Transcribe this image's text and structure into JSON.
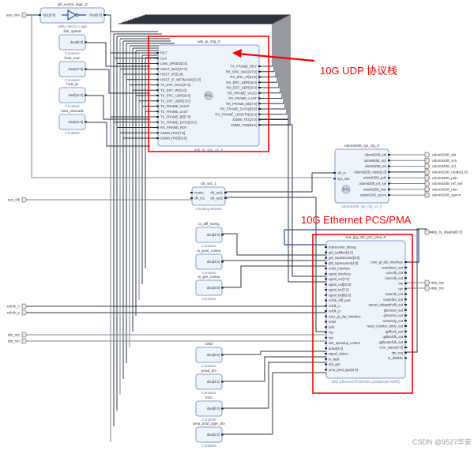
{
  "external_inputs": [
    {
      "id": "sys_rstn",
      "label": "sys_rstn"
    },
    {
      "id": "sys_clk",
      "label": "sys_clk"
    },
    {
      "id": "refclk_n",
      "label": "refclk_n"
    },
    {
      "id": "refclk_p",
      "label": "refclk_p"
    },
    {
      "id": "sfp_rxp",
      "label": "sfp_rxp"
    },
    {
      "id": "sfp_rxn",
      "label": "sfp_rxn"
    }
  ],
  "external_outputs": [
    {
      "label": "odom6208_sdi"
    },
    {
      "label": "odom6208_scs"
    },
    {
      "label": "odom6208_scl"
    },
    {
      "label": "odom6208_mode[1:0]"
    },
    {
      "label": "odom6208_pdn"
    },
    {
      "label": "odom6208_ref_sel"
    },
    {
      "label": "odom6208_rstn"
    },
    {
      "label": "odom6208_syncn"
    },
    {
      "label": "sfp_tx_disable[0:0]"
    },
    {
      "label": "sfp_txp"
    },
    {
      "label": "sfp_txn"
    }
  ],
  "util_vector_logic": {
    "name": "util_vector_logic_0",
    "type": "Utility Vector Logic",
    "in": "Op1[0:0]",
    "out": "Res[0:0]"
  },
  "constants": [
    {
      "name": "link_speed",
      "port": "dout[2:0]",
      "type": "Constant"
    },
    {
      "name": "host_mac",
      "port": "dout[47:0]",
      "type": "Constant"
    },
    {
      "name": "host_ip",
      "port": "dout[31:0]",
      "type": "Constant"
    },
    {
      "name": "host_netmask",
      "port": "dout[31:0]",
      "type": "Constant"
    },
    {
      "name": "tx_diff_swing",
      "port": "dout[3:0]",
      "type": "Constant"
    },
    {
      "name": "tx_post_cursor",
      "port": "dout[4:0]",
      "type": "Constant"
    },
    {
      "name": "tx_pre_cursor",
      "port": "dout[4:0]",
      "type": "Constant"
    },
    {
      "name": "GND",
      "port": "dout[0:0]",
      "type": "Constant"
    },
    {
      "name": "prtad_drv",
      "port": "dout[4:0]",
      "type": "Constant"
    },
    {
      "name": "VCC",
      "port": "dout[0:0]",
      "type": "Constant"
    },
    {
      "name": "pma_pmd_type_drv",
      "port": "dout[2:0]",
      "type": "Constant"
    }
  ],
  "udp": {
    "name": "udp_ip_10g_0",
    "type": "udp_ip_10g_v1_0",
    "badge": "RTL",
    "inputs": [
      "RST",
      "CLK",
      "LINK_SPEED[2:0]",
      "HOST_MAC[47:0]",
      "HOST_IP[31:0]",
      "HOST_IP_NETMASK[31:0]",
      "TX_DST_MAC[47:0]",
      "TX_DST_IP[31:0]",
      "TX_SRC_UDP[15:0]",
      "TX_DST_UDP[15:0]",
      "TX_FRAME_VALID",
      "TX_FRAME_LAST",
      "TX_FRAME_BE[7:0]",
      "TX_FRAME_DATA[63:0]",
      "RX_FRAME_RDY",
      "XGMII_RXC[7:0]",
      "XGMII_RXD[63:0]"
    ],
    "outputs": [
      "TX_FRAME_RDY",
      "RX_SRC_MAC[47:0]",
      "RX_SRC_IP[31:0]",
      "RX_SRC_UDP[15:0]",
      "RX_DST_UDP[15:0]",
      "RX_FRAME_VALID",
      "RX_FRAME_LAST",
      "RX_FRAME_BE[7:0]",
      "RX_FRAME_DATA[63:0]",
      "RX_FRAME_LENGTH[15:0]",
      "XGMII_TXC[7:0]",
      "XGMII_TXD[63:0]"
    ]
  },
  "spi": {
    "name": "odom6208_spi_cfg_0",
    "type": "odom6208_spi_cfg_v1_0",
    "badge": "RTL",
    "inputs": [
      "clk_in",
      "sys_rstn"
    ],
    "outputs": [
      "odom6208_sdi",
      "odom6208_scs",
      "odom6208_scl",
      "odom6208_mode[1:0]",
      "odom6208_pdn",
      "odom6208_ref_sel",
      "odom6208_rstn",
      "odom6208_syncn"
    ]
  },
  "clkwiz": {
    "name": "clk_wiz_1",
    "type": "Clocking Wizard",
    "inputs": [
      "resetn",
      "clk_in1"
    ],
    "outputs": [
      "clk_out1",
      "clk_out2"
    ]
  },
  "pcs": {
    "name": "ten_gig_eth_pcs_pma_0",
    "type": "10G Ethernet PCS/PMA (10GBASE-R/KR)",
    "inputs": [
      "transceiver_debug",
      "gt0_txdiffctrl[3:0]",
      "gt0_txpostcursor[4:0]",
      "gt0_txprecursor[4:0]",
      "mdio_interface",
      "xgmii_interface",
      "xgmii_rxc[7:0]",
      "xgmii_rxd[63:0]",
      "xgmii_txc[7:0]",
      "xgmii_txd[63:0]",
      "refclk_diff_port",
      "refclk_n",
      "refclk_p",
      "user_gt_drp_interface",
      "reset",
      "dclk",
      "rxp",
      "rxn",
      "sim_speedup_control",
      "prtad[4:0]",
      "signal_detect",
      "tx_fault",
      "drp_gnt",
      "pma_pmd_type[2:0]"
    ],
    "outputs": [
      "core_gt_drp_interface",
      "resetdone_out",
      "coreclk_out",
      "rxrecclk_out",
      "txp",
      "txn",
      "txusrclk_out",
      "txusrclk2_out",
      "areset_datapathclk_out",
      "gttxreset_out",
      "gtrxreset_out",
      "txuserrdy_out",
      "reset_counter_done_out",
      "qplllock_out",
      "qplloutclk_out",
      "qplloutrefclk_out",
      "core_status[7:0]",
      "drp_req",
      "tx_disable"
    ]
  },
  "annotations": {
    "udp_label": "10G UDP 协议栈",
    "pcs_label": "10G Ethernet PCS/PMA",
    "accent": "#ff0000"
  },
  "watermark": "CSDN @9527华安"
}
